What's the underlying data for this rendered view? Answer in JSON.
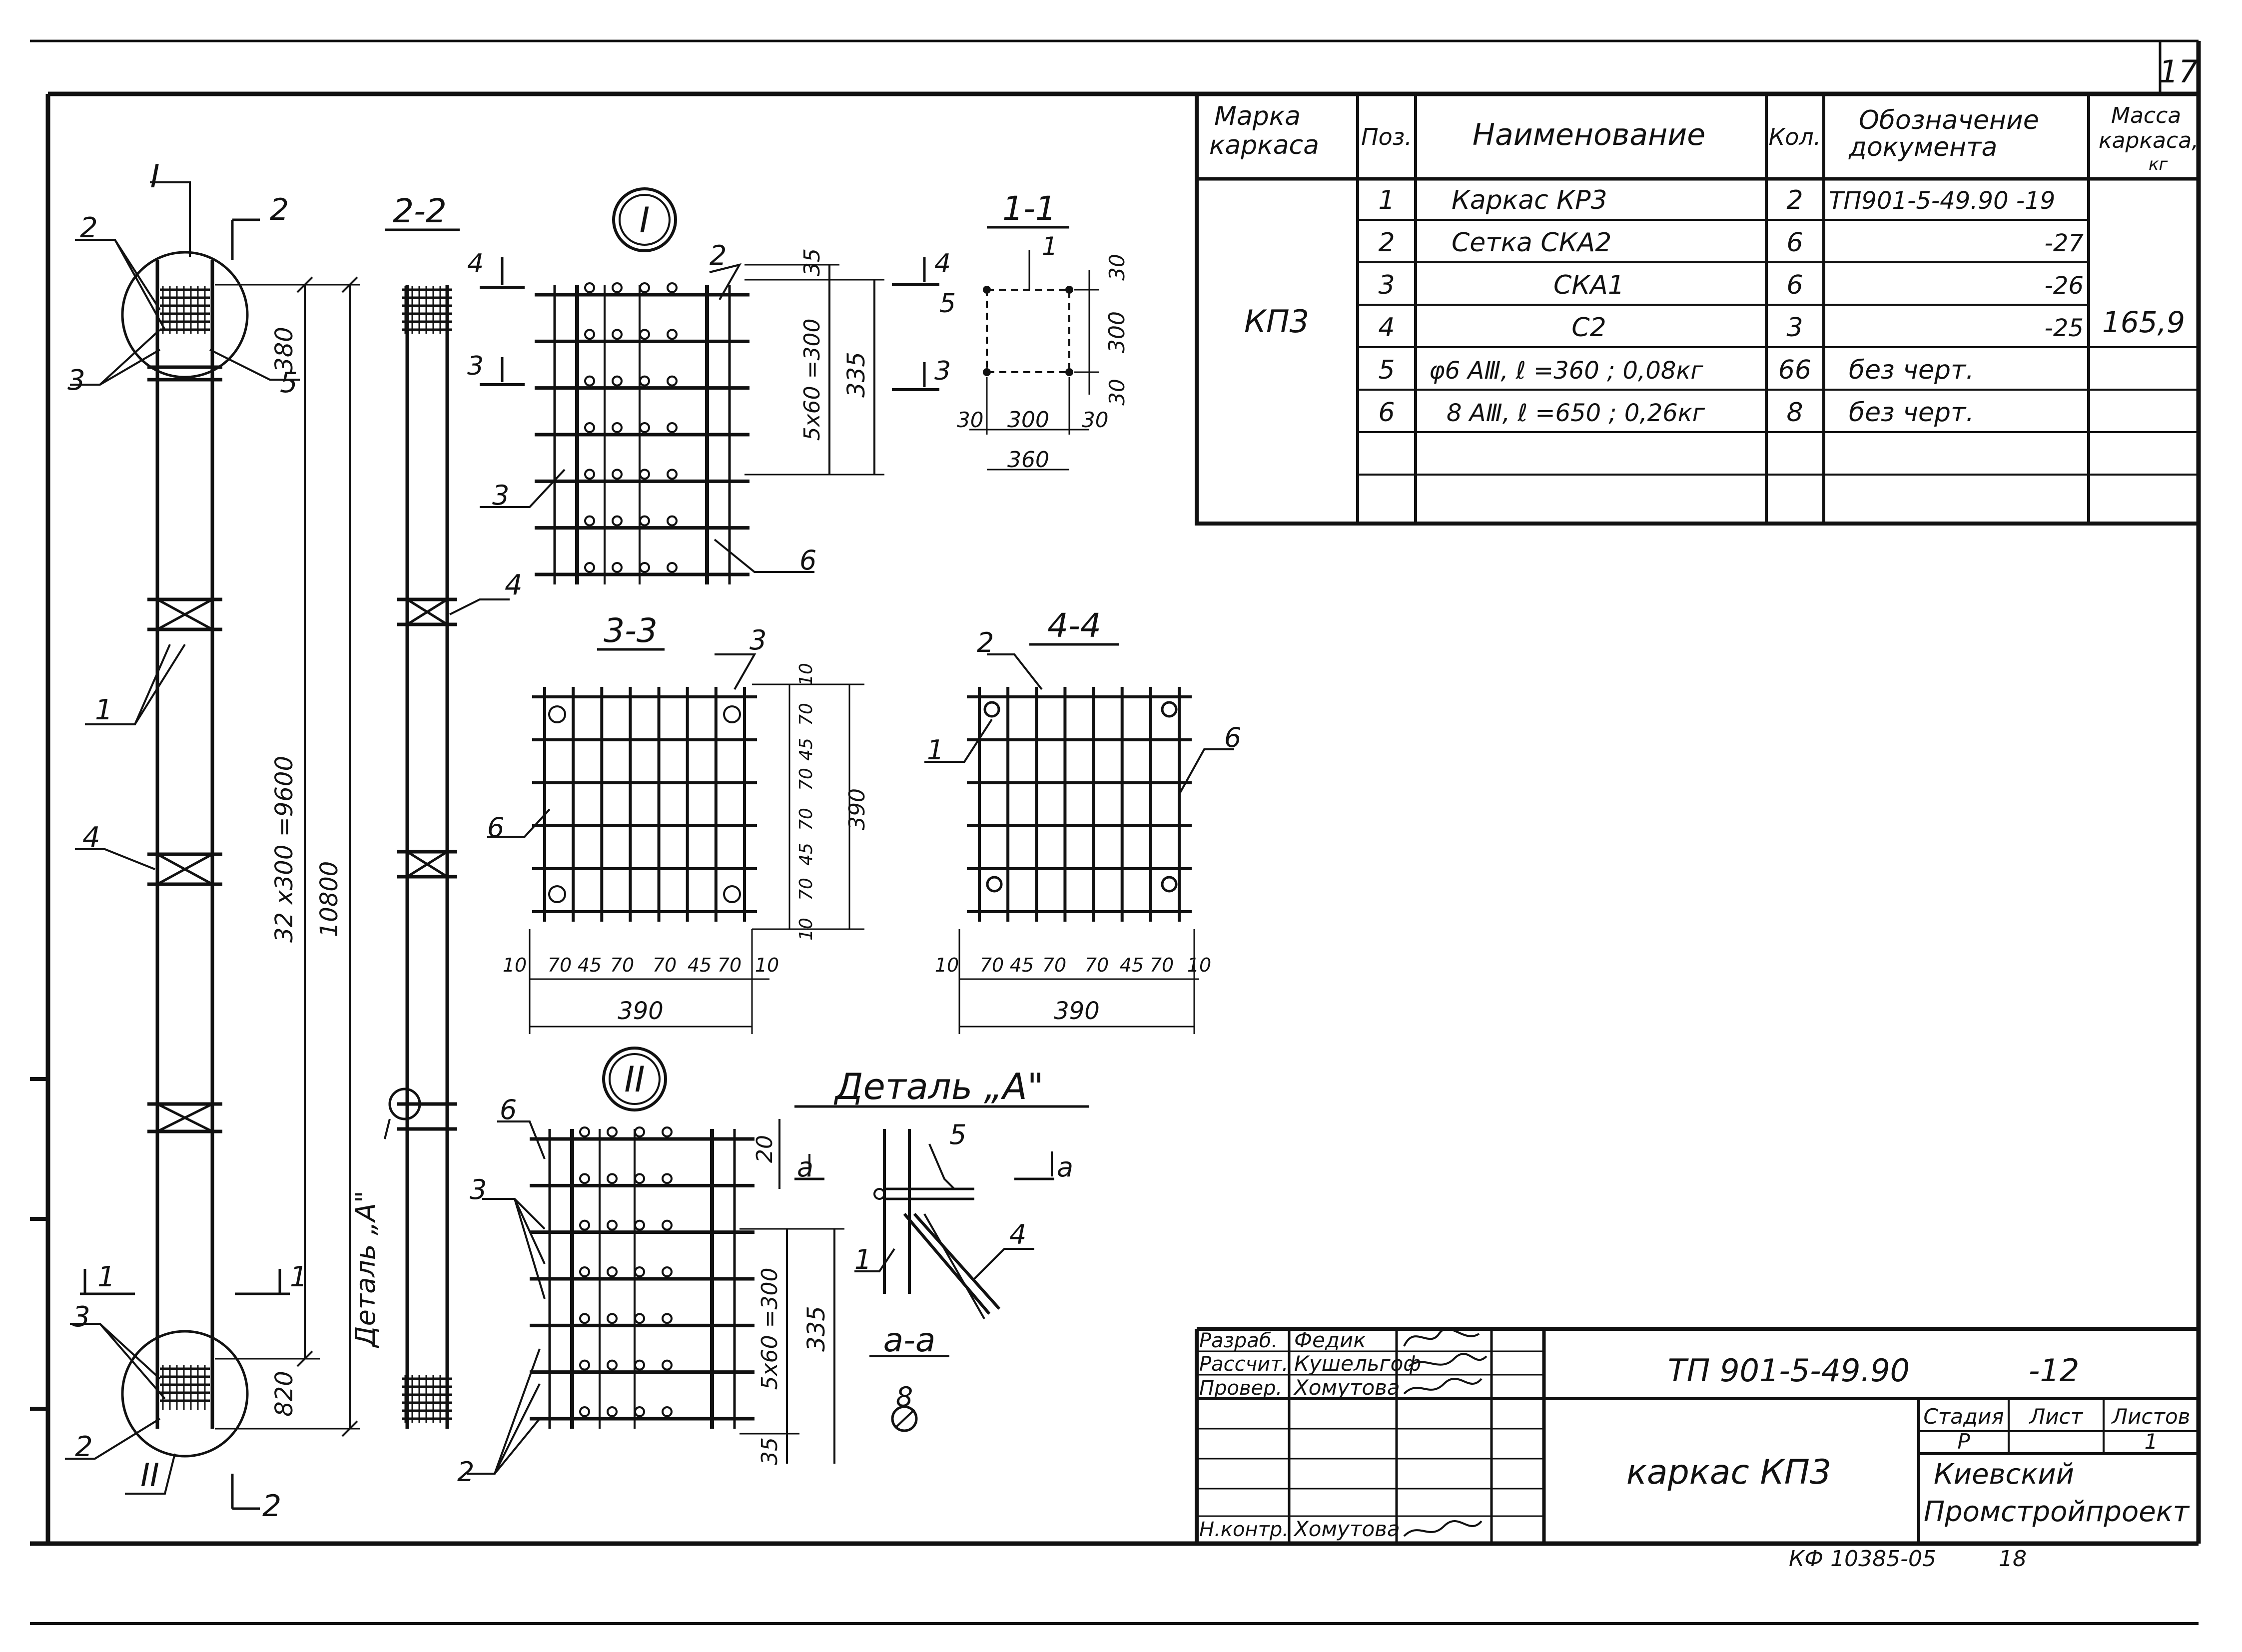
{
  "sheet_number": "17",
  "spec_table": {
    "headers": {
      "mark": [
        "Марка",
        "каркаса"
      ],
      "pos": "Поз.",
      "name": "Наименование",
      "qty": "Кол.",
      "doc": [
        "Обозначение",
        "документа"
      ],
      "mass": [
        "Масса",
        "каркаса,",
        "кг"
      ]
    },
    "mark": "КП3",
    "mass": "165,9",
    "rows": [
      {
        "pos": "1",
        "name": "Каркас  КР3",
        "qty": "2",
        "doc": "ТП901-5-49.90   -19"
      },
      {
        "pos": "2",
        "name": "Сетка  СКА2",
        "qty": "6",
        "doc": "-27"
      },
      {
        "pos": "3",
        "name": "СКА1",
        "qty": "6",
        "doc": "-26"
      },
      {
        "pos": "4",
        "name": "С2",
        "qty": "3",
        "doc": "-25"
      },
      {
        "pos": "5",
        "name": "φ6 АⅢ, ℓ =360 ;  0,08кг",
        "qty": "66",
        "doc": "без  черт."
      },
      {
        "pos": "6",
        "name": "8 АⅢ, ℓ =650 ;  0,26кг",
        "qty": "8",
        "doc": "без  черт."
      }
    ]
  },
  "views": {
    "elevation": {
      "callout_top": "I",
      "callout_bottom": "II",
      "section_top": "2",
      "section_bottom": "2",
      "section_left": "1",
      "section_right": "1",
      "pos_labels": [
        "2",
        "3",
        "5",
        "1",
        "4",
        "3",
        "2"
      ],
      "dim_top": "380",
      "dim_mid": "32 x300 =9600",
      "dim_total": "10800",
      "dim_bottom": "820"
    },
    "section_2_2": {
      "title": "2-2",
      "marker_4": "4",
      "marker_3": "3",
      "detail_label": "Деталь „А\"",
      "pos_label": "4"
    },
    "detail_I": {
      "title": "I",
      "labels": [
        "2",
        "3",
        "6",
        "4",
        "5",
        "3"
      ],
      "dims": [
        "35",
        "5x60 =300",
        "335"
      ]
    },
    "section_1_1": {
      "title": "1-1",
      "label": "1",
      "dims": [
        "30",
        "300",
        "30",
        "30",
        "300",
        "30",
        "360"
      ]
    },
    "section_3_3": {
      "title": "3-3",
      "labels": [
        "3",
        "6"
      ],
      "dims_right": [
        "10",
        "70",
        "45",
        "70",
        "70",
        "45",
        "70",
        "10",
        "390"
      ],
      "dims_bottom": [
        "10",
        "70",
        "45",
        "70",
        "70",
        "45",
        "70",
        "10"
      ],
      "total": "390"
    },
    "section_4_4": {
      "title": "4-4",
      "labels": [
        "2",
        "1",
        "6"
      ],
      "dims_bottom": [
        "10",
        "70",
        "45",
        "70",
        "70",
        "45",
        "70",
        "10"
      ],
      "total": "390"
    },
    "detail_II": {
      "title": "II",
      "labels": [
        "6",
        "3",
        "2"
      ],
      "dims": [
        "20",
        "5x60 =300",
        "335",
        "35"
      ]
    },
    "detail_A": {
      "title": "Деталь „А\"",
      "labels": [
        "5",
        "1",
        "4"
      ],
      "section_marks": [
        "а",
        "а"
      ],
      "section_title": "а-а",
      "section_pos": "8"
    }
  },
  "title_block": {
    "designation": "ТП 901-5-49.90",
    "sheet_code": "-12",
    "drawing_title": "каркас  КП3",
    "roles": [
      "Разраб.",
      "Рассчит.",
      "Провер.",
      "",
      "",
      "",
      "Н.контр."
    ],
    "names": [
      "Федик",
      "Кушельгоф",
      "Хомутова",
      "",
      "",
      "",
      "Хомутова"
    ],
    "stage_header": "Стадия",
    "sheet_header": "Лист",
    "sheets_header": "Листов",
    "stage": "Р",
    "sheets": "1",
    "org": [
      "Киевский",
      "Промстройпроект"
    ]
  },
  "footer": {
    "code": "КФ 10385-05",
    "number": "18"
  }
}
